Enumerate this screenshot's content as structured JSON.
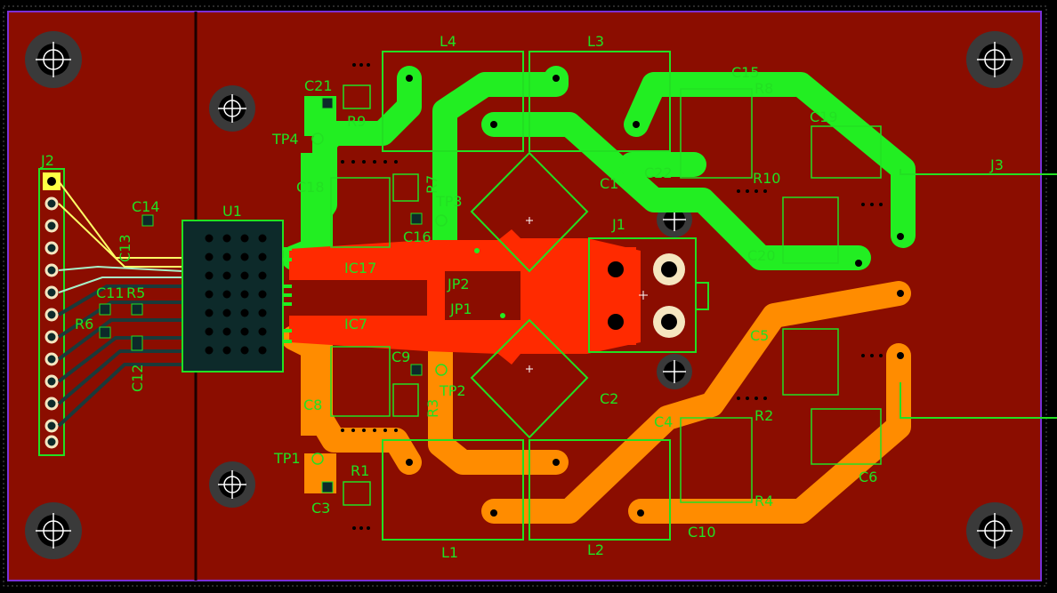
{
  "colors": {
    "background": "#000000",
    "board": "#8b0d00",
    "outline": "#7a2fd6",
    "silkscreen": "#22e022",
    "net_green": "#22ee22",
    "net_orange": "#ff8c00",
    "net_red": "#ff2a00",
    "trace_cyan": "#a8f0c8",
    "trace_yellow": "#ffff66",
    "copper_dark": "#0d2a2a"
  },
  "labels": {
    "j2": "J2",
    "j3": "J3",
    "j1": "J1",
    "u1": "U1",
    "l1": "L1",
    "l2": "L2",
    "l3": "L3",
    "l4": "L4",
    "c1": "C1",
    "c2": "C2",
    "c3": "C3",
    "c4": "C4",
    "c5": "C5",
    "c6": "C6",
    "c7": "IC7",
    "c8": "C8",
    "c9": "C9",
    "c10": "C10",
    "c11": "C11",
    "c12": "C12",
    "c13": "C13",
    "c14": "C14",
    "c15": "C15",
    "c16": "C16",
    "c17": "IC17",
    "c18": "C18",
    "c19": "C19",
    "c20": "C20",
    "c21": "C21",
    "c22": "C22",
    "r1": "R1",
    "r2": "R2",
    "r3": "R3",
    "r4": "R4",
    "r5": "R5",
    "r6": "R6",
    "r7": "R7",
    "r8": "R8",
    "r9": "R9",
    "r10": "R10",
    "tp1": "TP1",
    "tp2": "TP2",
    "tp3": "TP3",
    "tp4": "TP4",
    "jp1": "JP1",
    "jp2": "JP2"
  }
}
